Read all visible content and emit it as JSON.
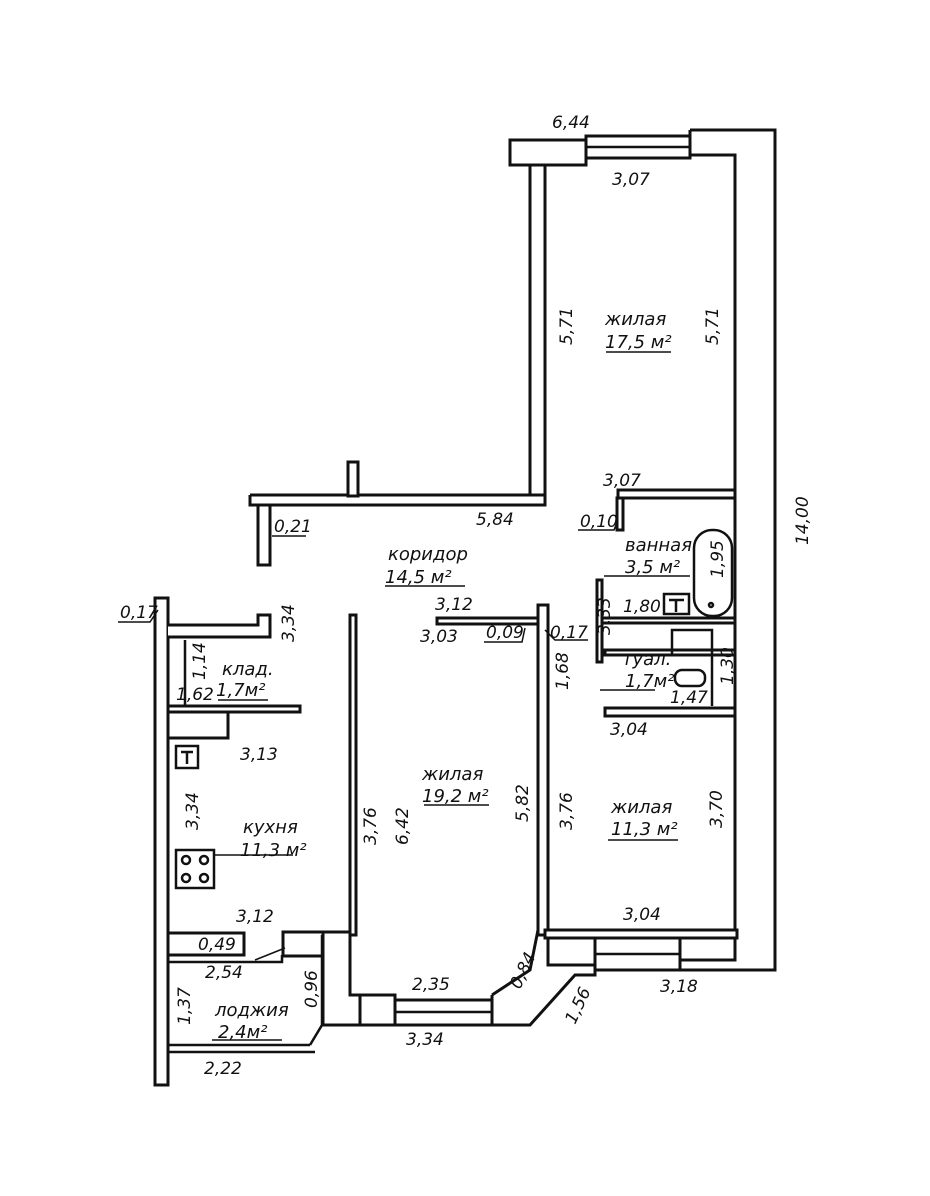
{
  "rooms": {
    "bedroom1": {
      "name": "жилая",
      "area": "17,5 м²"
    },
    "corridor": {
      "name": "коридор",
      "area": "14,5 м²"
    },
    "bath": {
      "name": "ванная",
      "area": "3,5 м²"
    },
    "toilet": {
      "name": "туал.",
      "area": "1,7м²"
    },
    "storage": {
      "name": "клад.",
      "area": "1,7м²"
    },
    "living": {
      "name": "жилая",
      "area": "19,2 м²"
    },
    "bedroom2": {
      "name": "жилая",
      "area": "11,3 м²"
    },
    "kitchen": {
      "name": "кухня",
      "area": "11,3 м²"
    },
    "loggia": {
      "name": "лоджия",
      "area": "2,4м²"
    }
  },
  "dims": {
    "d644": "6,44",
    "d307a": "3,07",
    "d571a": "5,71",
    "d571b": "5,71",
    "d307b": "3,07",
    "d1400": "14,00",
    "d584": "5,84",
    "d021": "0,21",
    "d010": "0,10",
    "d195": "1,95",
    "d017a": "0,17",
    "d334a": "3,34",
    "d312a": "3,12",
    "d303": "3,03",
    "d009": "0,09",
    "d017b": "0,17",
    "d333": "3,33",
    "d180": "1,80",
    "d168": "1,68",
    "d130": "1,30",
    "d147": "1,47",
    "d114": "1,14",
    "d162": "1,62",
    "d304a": "3,04",
    "d313": "3,13",
    "d334b": "3,34",
    "d376a": "3,76",
    "d642": "6,42",
    "d582": "5,82",
    "d376b": "3,76",
    "d370": "3,70",
    "d312b": "3,12",
    "d304b": "3,04",
    "d049": "0,49",
    "d254": "2,54",
    "d096": "0,96",
    "d235": "2,35",
    "d084": "0,84",
    "d156": "1,56",
    "d318": "3,18",
    "d137": "1,37",
    "d334c": "3,34",
    "d222": "2,22"
  }
}
